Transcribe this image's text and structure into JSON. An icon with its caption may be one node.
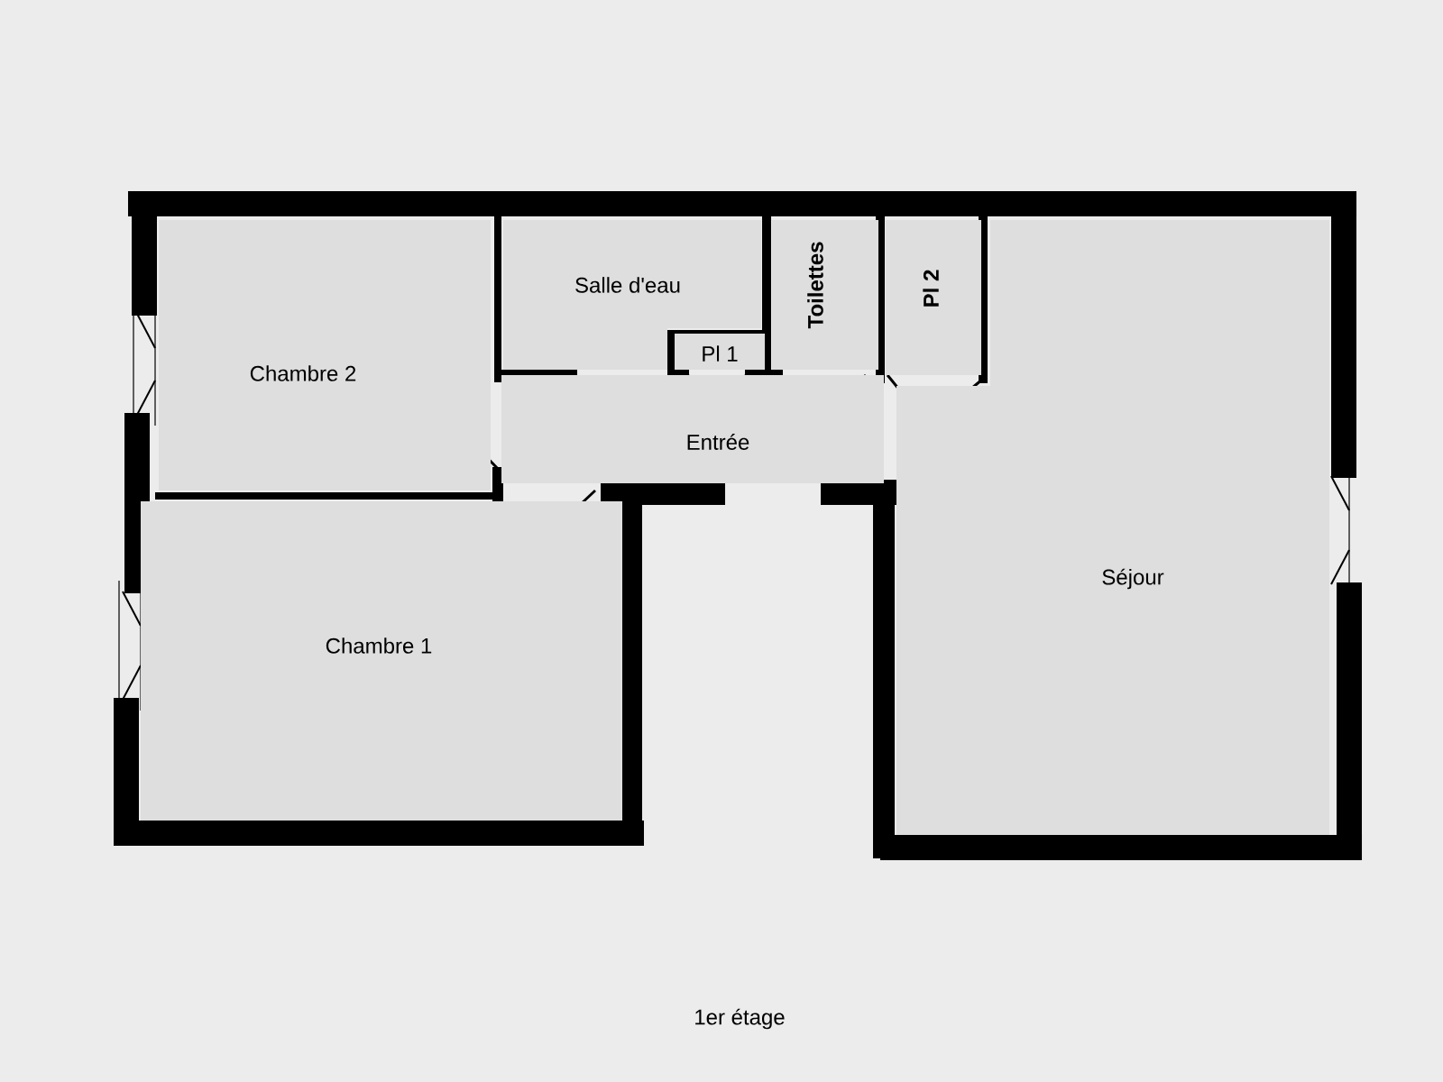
{
  "diagram": {
    "caption": "1er étage",
    "nodes": [
      {
        "text": [
          "Chambre 2"
        ]
      },
      {
        "text": [
          "Salle d'eau"
        ]
      },
      {
        "text": [
          "Pl 1"
        ]
      },
      {
        "text": [
          "Toilettes"
        ]
      },
      {
        "text": [
          "Pl 2"
        ]
      },
      {
        "text": [
          "Séjour"
        ]
      },
      {
        "text": [
          "Entrée"
        ]
      },
      {
        "text": [
          "Chambre 1"
        ]
      }
    ]
  }
}
